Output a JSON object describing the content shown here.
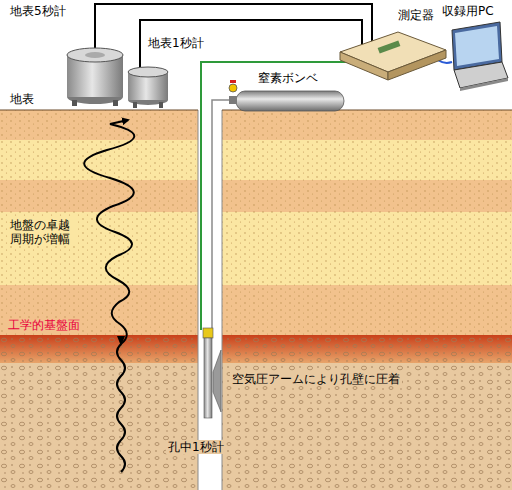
{
  "diagram": {
    "labels": [
      "地表5秒計",
      "地表1秒計",
      "測定器",
      "収録用PC",
      "地表",
      "窒素ボンベ",
      "地盤の卓越 周期が増幅",
      "工学的基盤面",
      "空気圧アームにより孔壁に圧着",
      "孔中1秒計"
    ]
  }
}
